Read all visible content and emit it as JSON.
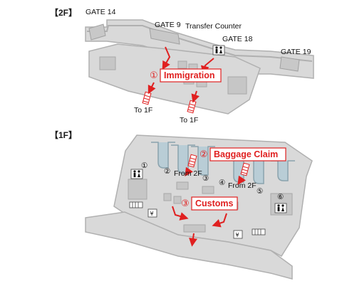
{
  "floors": {
    "upper": "【2F】",
    "lower": "【1F】"
  },
  "gates": {
    "gate14": "GATE 14",
    "gate9": "GATE 9",
    "gate18": "GATE 18",
    "gate19": "GATE 19"
  },
  "labels": {
    "transfer_counter": "Transfer Counter",
    "to_1f_left": "To 1F",
    "to_1f_right": "To 1F",
    "from_2f_left": "From 2F",
    "from_2f_right": "From 2F"
  },
  "steps": [
    {
      "num": "①",
      "text": "Immigration"
    },
    {
      "num": "②",
      "text": "Baggage Claim"
    },
    {
      "num": "③",
      "text": "Customs"
    }
  ],
  "carousels": [
    "①",
    "②",
    "③",
    "④",
    "⑤",
    "⑥"
  ],
  "icons": {
    "restroom": "restroom-icon",
    "currency_exchange": "yen-exchange-icon",
    "atm": "atm-icon",
    "escalator": "escalator-icon"
  },
  "symbols": {
    "yen_left": "¥",
    "yen_right": "¥"
  },
  "colors": {
    "floor_fill": "#d9d9d9",
    "wall": "#b5b5b5",
    "wall_dark": "#8c8c8c",
    "route_red": "#e02020",
    "step_box_border": "#e02020"
  }
}
